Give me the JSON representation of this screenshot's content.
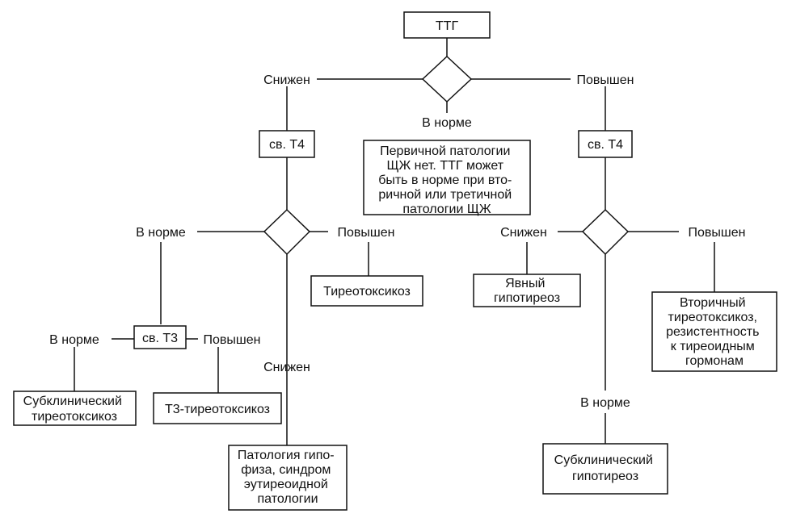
{
  "nodes": {
    "ttg": "ТТГ",
    "svt4_left": "св. Т4",
    "svt4_right": "св. Т4",
    "svt3": "св. Т3",
    "normal_center": [
      "Первичной патологии",
      "ЩЖ нет. ТТГ может",
      "быть в норме при вто-",
      "ричной или третичной",
      "патологии ЩЖ"
    ],
    "tireotoksikoz": "Тиреотоксикоз",
    "t3_tireotoksikoz": "Т3-тиреотоксикоз",
    "subclin_tireotoksikoz": [
      "Субклинический",
      "тиреотоксикоз"
    ],
    "hypophysis": [
      "Патология гипо-",
      "физа, синдром",
      "эутиреоидной",
      "патологии"
    ],
    "yavny_gipotireoz": [
      "Явный",
      "гипотиреоз"
    ],
    "vtorichny": [
      "Вторичный",
      "тиреотоксикоз,",
      "резистентность",
      "к тиреоидным",
      "гормонам"
    ],
    "subclin_gipotireoz": [
      "Субклинический",
      "гипотиреоз"
    ]
  },
  "labels": {
    "ttg_low": "Снижен",
    "ttg_normal": "В норме",
    "ttg_high": "Повышен",
    "lt4_normal": "В норме",
    "lt4_high": "Повышен",
    "lt4_low": "Снижен",
    "t3_normal": "В норме",
    "t3_high": "Повышен",
    "rt4_low": "Снижен",
    "rt4_high": "Повышен",
    "rt4_normal": "В норме"
  }
}
